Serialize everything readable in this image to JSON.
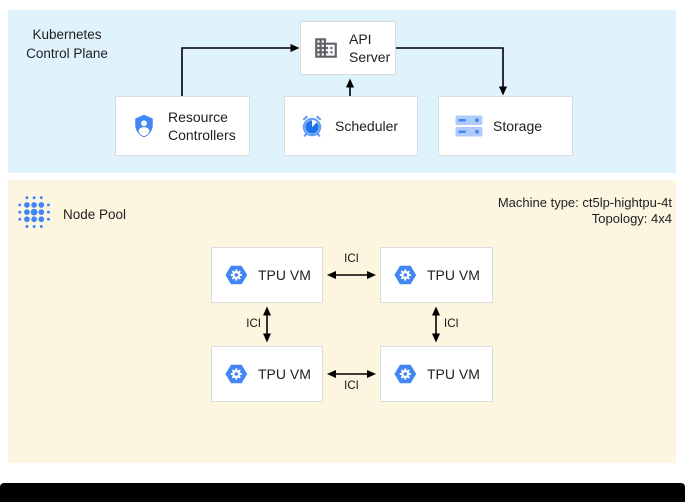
{
  "control_plane": {
    "title": "Kubernetes Control Plane",
    "nodes": {
      "api_server": {
        "label": "API Server",
        "icon": "building-icon"
      },
      "resource_controllers": {
        "label": "Resource Controllers",
        "icon": "shield-user-icon"
      },
      "scheduler": {
        "label": "Scheduler",
        "icon": "alarm-clock-icon"
      },
      "storage": {
        "label": "Storage",
        "icon": "storage-disks-icon"
      }
    },
    "connections": [
      {
        "from": "resource_controllers",
        "to": "api_server"
      },
      {
        "from": "scheduler",
        "to": "api_server"
      },
      {
        "from": "api_server",
        "to": "storage"
      }
    ]
  },
  "node_pool": {
    "title": "Node Pool",
    "icon": "node-pool-dots-icon",
    "machine_type": "Machine type: ct5lp-hightpu-4t",
    "topology": "Topology: 4x4",
    "vms": [
      {
        "label": "TPU VM",
        "icon": "tpu-hexagon-icon"
      },
      {
        "label": "TPU VM",
        "icon": "tpu-hexagon-icon"
      },
      {
        "label": "TPU VM",
        "icon": "tpu-hexagon-icon"
      },
      {
        "label": "TPU VM",
        "icon": "tpu-hexagon-icon"
      }
    ],
    "links": [
      {
        "label": "ICI",
        "between": "top-left / top-right"
      },
      {
        "label": "ICI",
        "between": "top-left / bottom-left"
      },
      {
        "label": "ICI",
        "between": "top-right / bottom-right"
      },
      {
        "label": "ICI",
        "between": "bottom-left / bottom-right"
      }
    ]
  },
  "colors": {
    "control_plane_bg": "#e0f2fc",
    "node_pool_bg": "#fcf5e0",
    "node_border": "#dadce0",
    "google_blue": "#4285f4",
    "blue_dark": "#1a73e8",
    "blue_outline": "#669df6",
    "blue_light": "#aecbfa",
    "icon_gray": "#5f6368",
    "arrow": "#000000"
  }
}
